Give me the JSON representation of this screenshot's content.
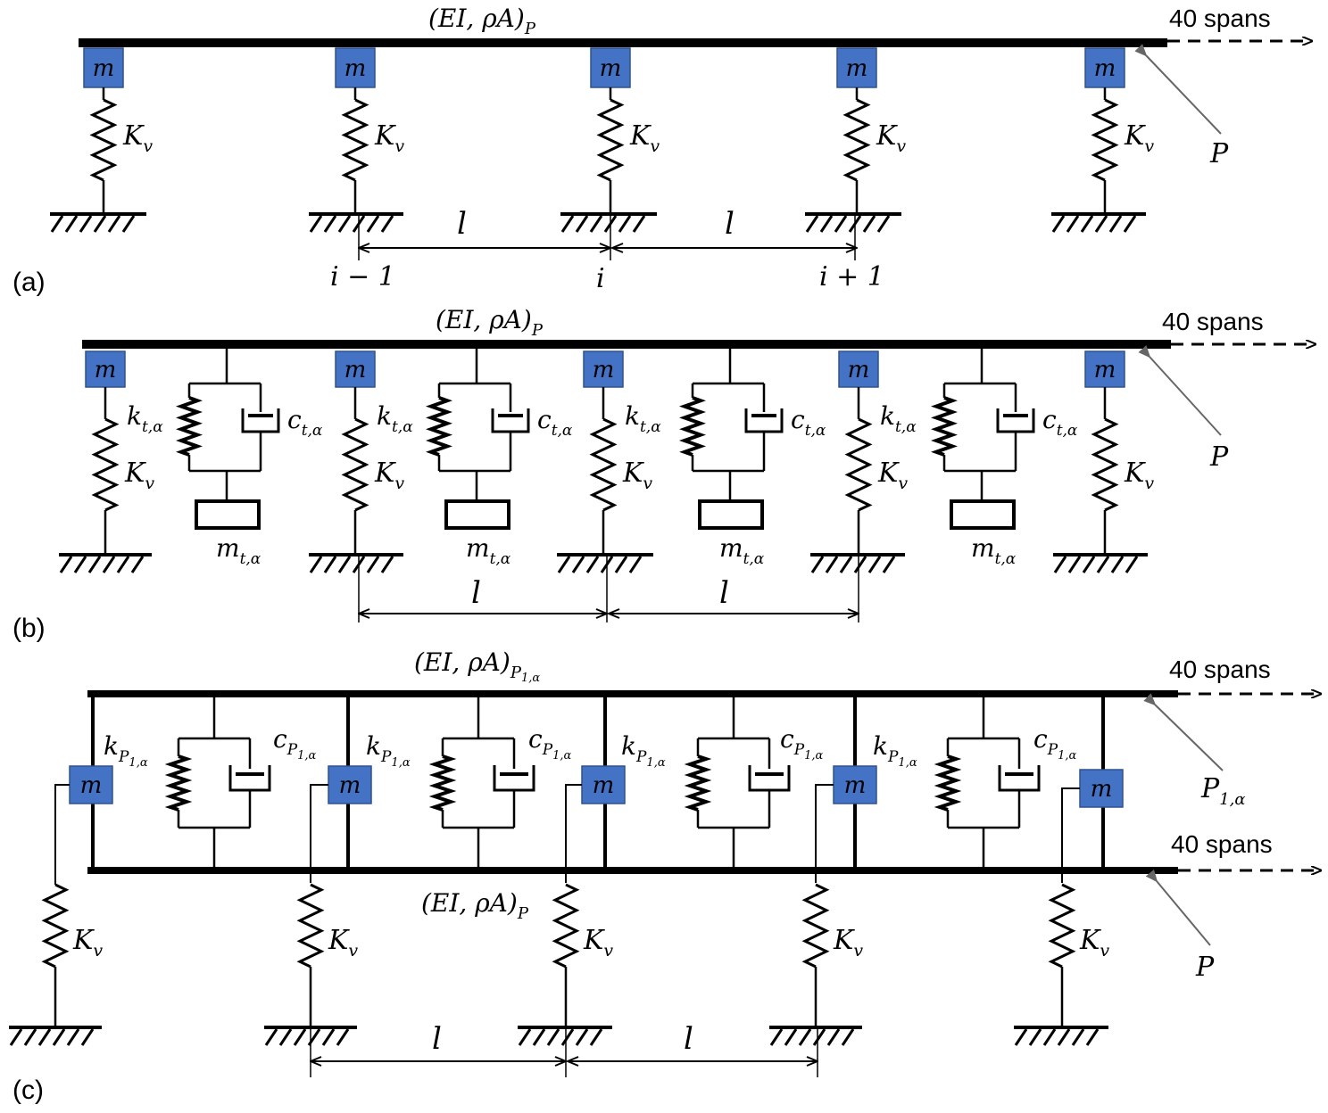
{
  "panels": {
    "a": {
      "tag": "(a)",
      "beam_label": "(EI, ρA)",
      "beam_sub": "P",
      "spans_label": "40 spans",
      "mass_label": "m",
      "spring_label": "K",
      "spring_sub": "v",
      "force_label": "P",
      "span_label": "l",
      "node_labels": [
        "i − 1",
        "i",
        "i + 1"
      ]
    },
    "b": {
      "tag": "(b)",
      "beam_label": "(EI, ρA)",
      "beam_sub": "P",
      "spans_label": "40 spans",
      "mass_label": "m",
      "spring_label": "K",
      "spring_sub": "v",
      "tmd_spring_label": "k",
      "tmd_spring_sub": "t,α",
      "tmd_damper_label": "c",
      "tmd_damper_sub": "t,α",
      "tmd_mass_label": "m",
      "tmd_mass_sub": "t,α",
      "force_label": "P",
      "span_label": "l"
    },
    "c": {
      "tag": "(c)",
      "upper_beam_label": "(EI, ρA)",
      "upper_beam_sub": "P",
      "upper_beam_sub2": "1,α",
      "lower_beam_label": "(EI, ρA)",
      "lower_beam_sub": "P",
      "spans_upper": "40 spans",
      "spans_lower": "40 spans",
      "mass_label": "m",
      "spring_label": "K",
      "spring_sub": "v",
      "kp_label": "k",
      "kp_sub": "P",
      "kp_sub2": "1,α",
      "cp_label": "c",
      "cp_sub": "P",
      "cp_sub2": "1,α",
      "force_upper": "P",
      "force_upper_sub": "1,α",
      "force_lower": "P",
      "span_label": "l"
    }
  },
  "colors": {
    "mass_fill": "#4472C4",
    "mass_stroke": "#2F528F",
    "line": "#000000",
    "pointer": "#666666"
  }
}
